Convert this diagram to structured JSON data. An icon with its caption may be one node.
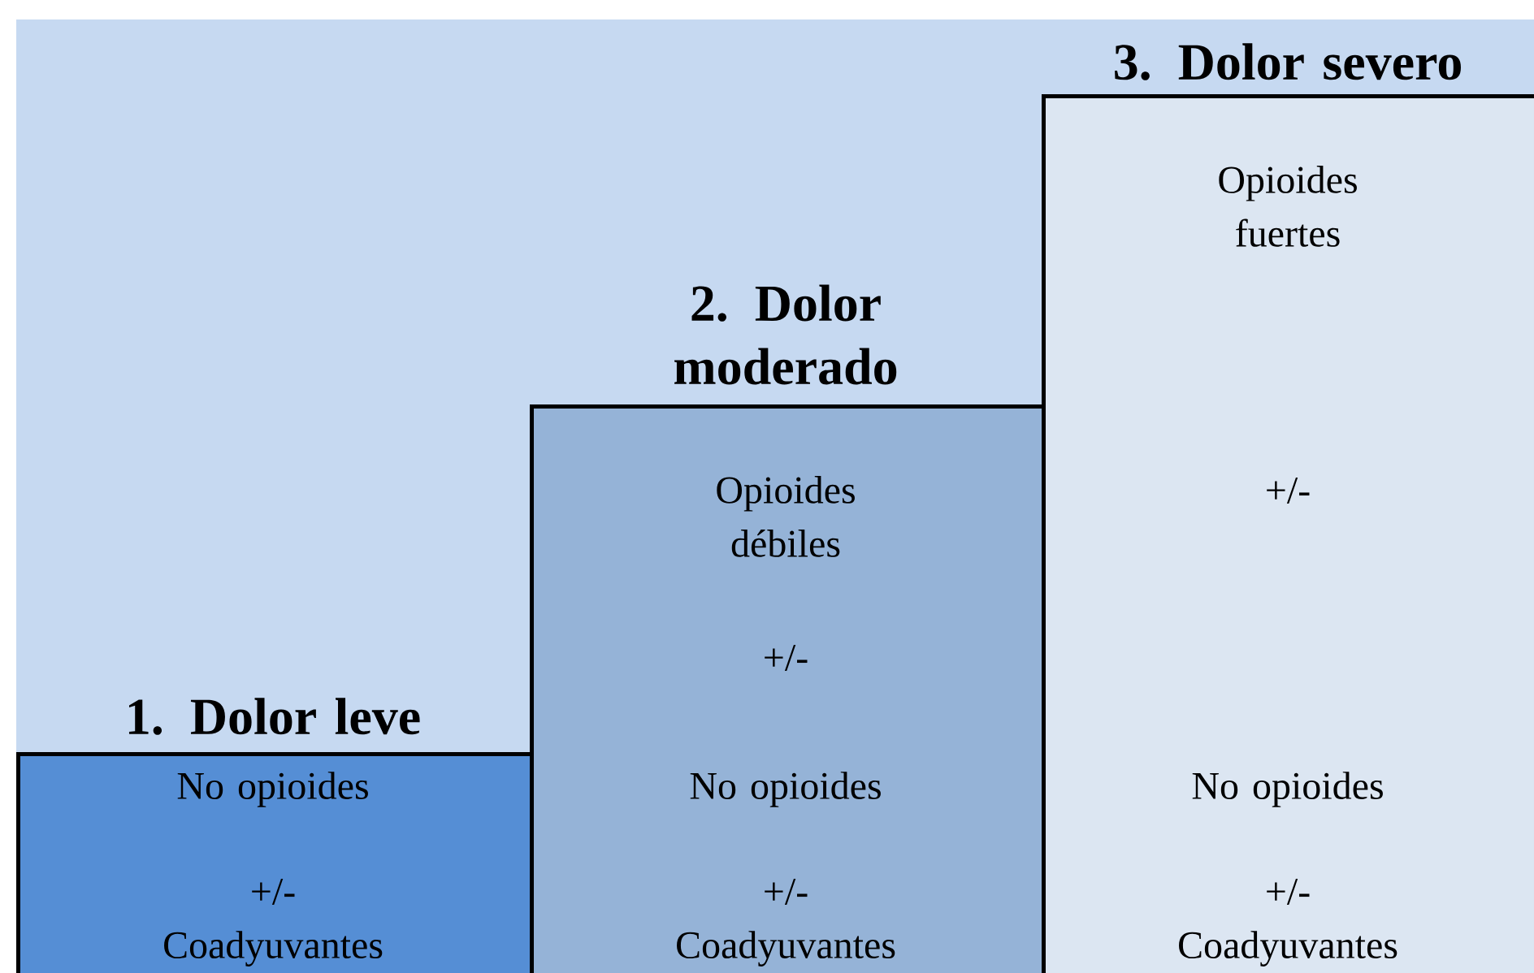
{
  "diagram": {
    "nodes": [
      {
        "text": [
          "1. Dolor leve",
          "No opioides",
          "+/- Coadyuvantes"
        ]
      },
      {
        "text": [
          "2. Dolor moderado",
          "Opioides débiles",
          "+/-",
          "No opioides",
          "+/- Coadyuvantes"
        ]
      },
      {
        "text": [
          "3. Dolor severo",
          "Opioides fuertes",
          "+/-",
          "No opioides",
          "+/- Coadyuvantes"
        ]
      }
    ]
  }
}
